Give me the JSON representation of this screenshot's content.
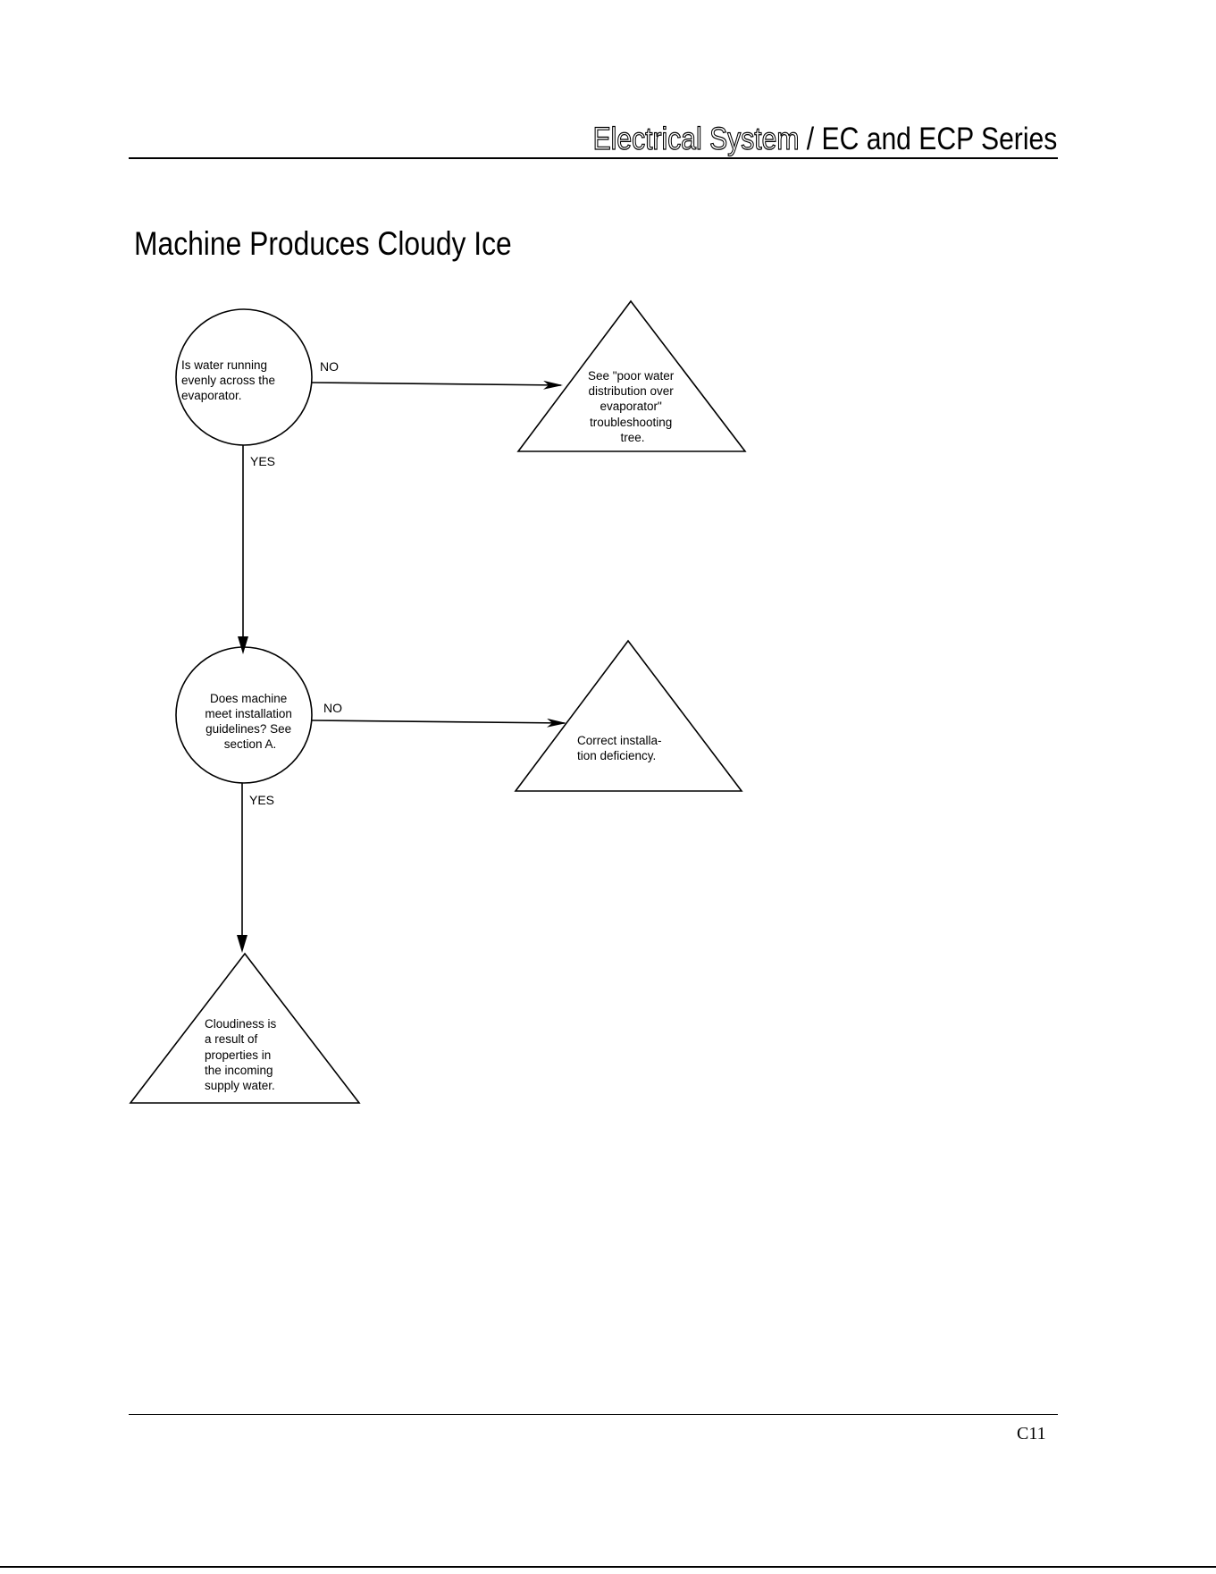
{
  "header": {
    "outlined": "Electrical System",
    "rest": " / EC and ECP Series"
  },
  "title": "Machine Produces Cloudy Ice",
  "page_number": "C11",
  "nodes": [
    {
      "id": "q1",
      "shape": "circle",
      "lines": [
        "Is water running",
        "evenly across the",
        "evaporator."
      ]
    },
    {
      "id": "r1",
      "shape": "triangle",
      "lines": [
        "See \"poor water",
        "distribution over",
        "evaporator\"",
        "troubleshooting",
        "tree."
      ]
    },
    {
      "id": "q2",
      "shape": "circle",
      "lines": [
        "Does machine",
        "meet installation",
        "guidelines?  See",
        "section A."
      ]
    },
    {
      "id": "r2",
      "shape": "triangle",
      "lines": [
        "Correct installa-",
        "tion deficiency."
      ]
    },
    {
      "id": "r3",
      "shape": "triangle",
      "lines": [
        "Cloudiness is",
        "a result of",
        "properties in",
        "the incoming",
        "supply water."
      ]
    }
  ],
  "edges": [
    {
      "from": "q1",
      "to": "r1",
      "label": "NO"
    },
    {
      "from": "q1",
      "to": "q2",
      "label": "YES"
    },
    {
      "from": "q2",
      "to": "r2",
      "label": "NO"
    },
    {
      "from": "q2",
      "to": "r3",
      "label": "YES"
    }
  ]
}
